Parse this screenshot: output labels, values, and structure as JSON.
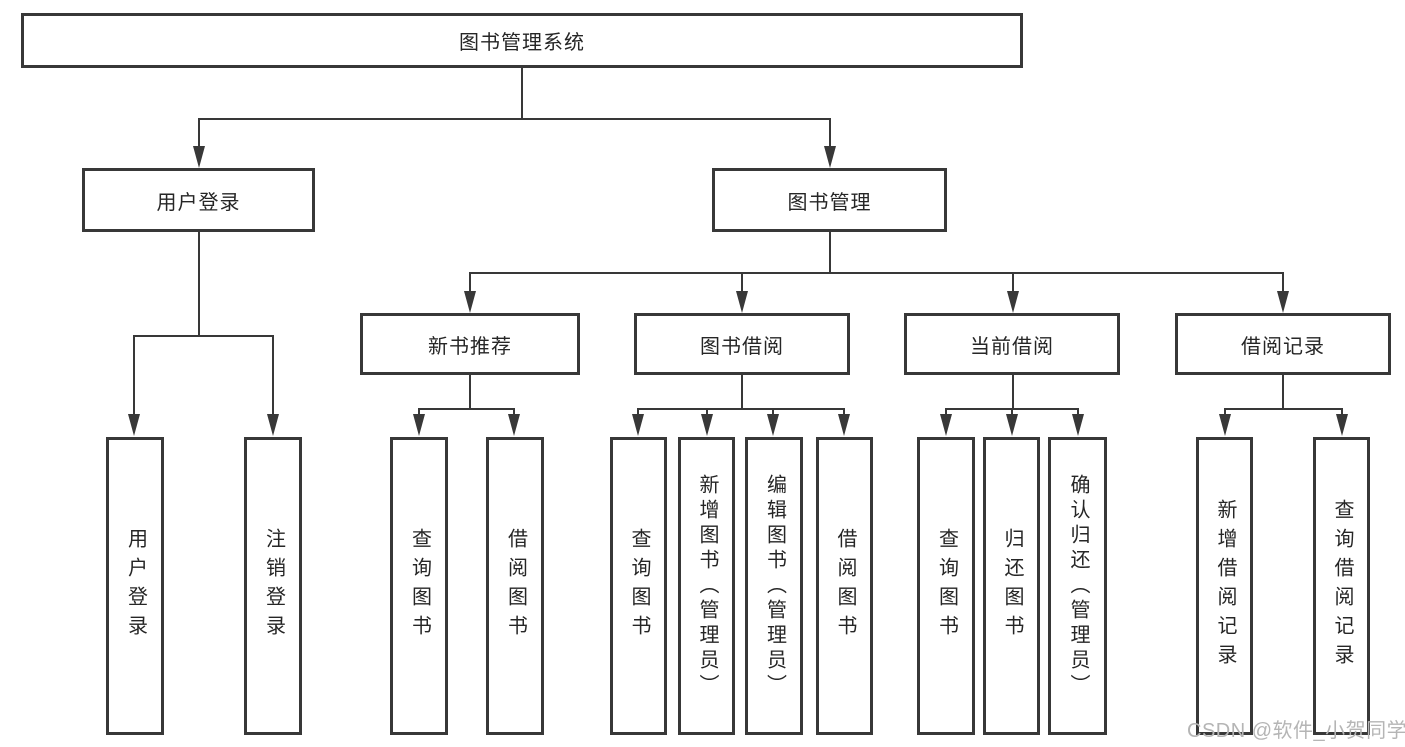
{
  "tree": {
    "root": {
      "label": "图书管理系统",
      "children": [
        {
          "label": "用户登录",
          "children": [
            {
              "label": "用户登录"
            },
            {
              "label": "注销登录"
            }
          ]
        },
        {
          "label": "图书管理",
          "children": [
            {
              "label": "新书推荐",
              "children": [
                {
                  "label": "查询图书"
                },
                {
                  "label": "借阅图书"
                }
              ]
            },
            {
              "label": "图书借阅",
              "children": [
                {
                  "label": "查询图书"
                },
                {
                  "label": "新增图书（管理员）"
                },
                {
                  "label": "编辑图书（管理员）"
                },
                {
                  "label": "借阅图书"
                }
              ]
            },
            {
              "label": "当前借阅",
              "children": [
                {
                  "label": "查询图书"
                },
                {
                  "label": "归还图书"
                },
                {
                  "label": "确认归还（管理员）"
                }
              ]
            },
            {
              "label": "借阅记录",
              "children": [
                {
                  "label": "新增借阅记录"
                },
                {
                  "label": "查询借阅记录"
                }
              ]
            }
          ]
        }
      ]
    }
  },
  "watermark": {
    "text": "CSDN @软件_小贺同学"
  },
  "colors": {
    "line": "#383838",
    "text": "#262626",
    "watermark": "#b5b5b5",
    "bg": "#ffffff"
  }
}
